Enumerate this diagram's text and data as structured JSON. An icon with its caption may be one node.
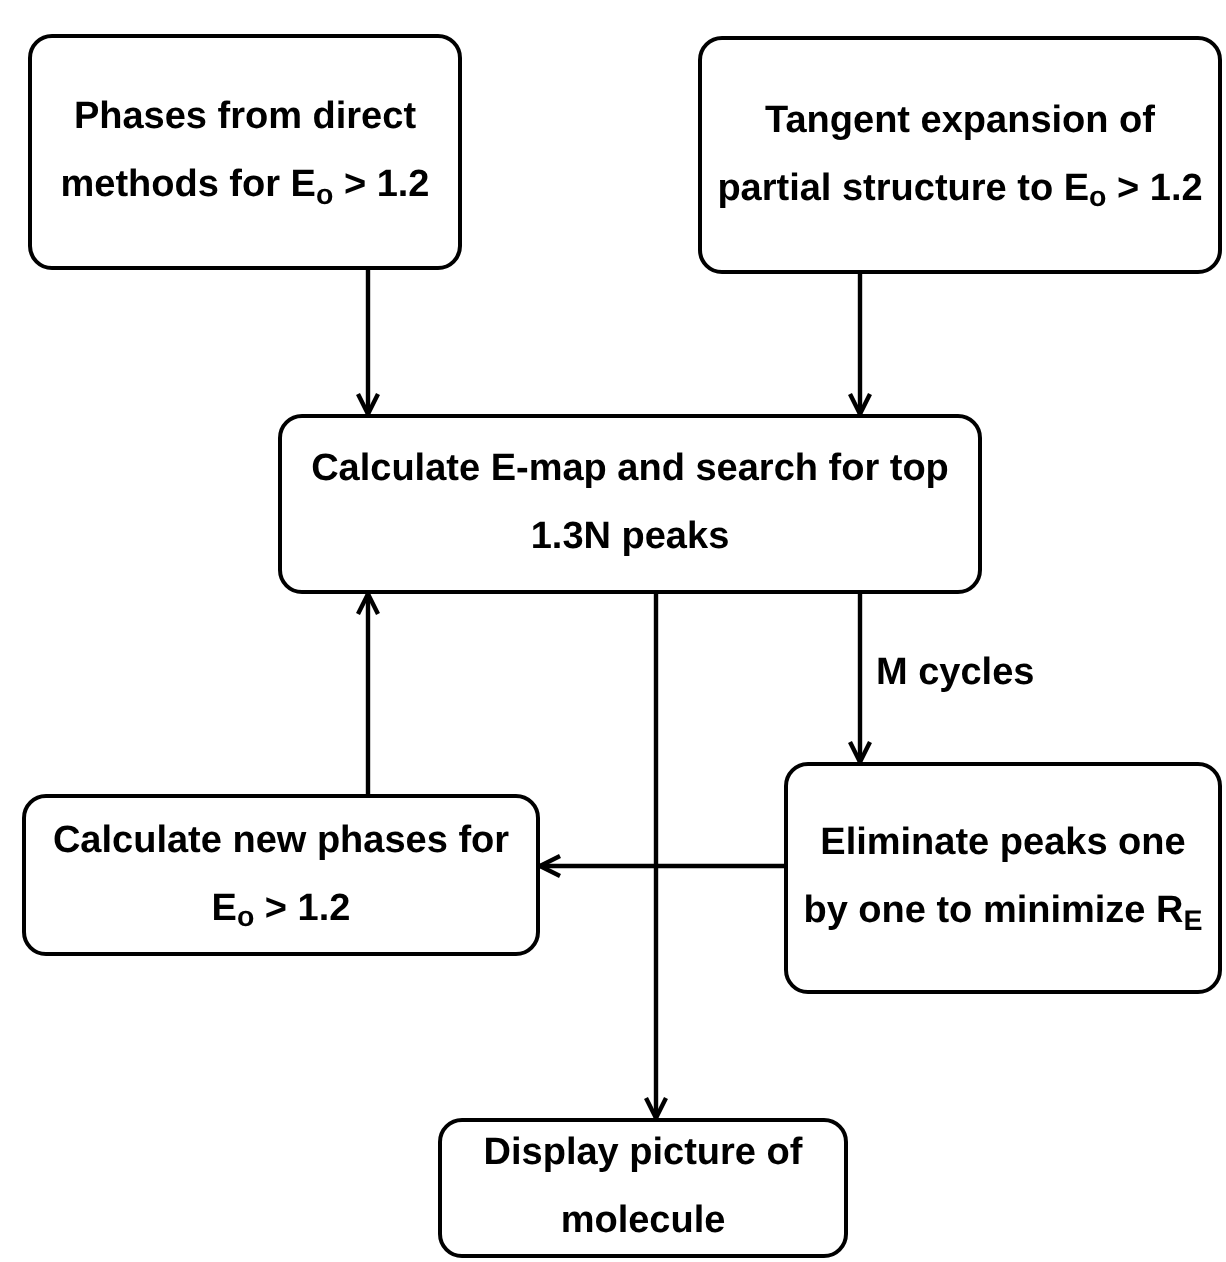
{
  "diagram": {
    "nodes": [
      {
        "text": [
          "Phases from direct methods for E$_{o}$ > 1.2"
        ]
      },
      {
        "text": [
          "Tangent expansion of partial structure to E$_{o}$ > 1.2"
        ]
      },
      {
        "text": [
          "Calculate E-map and search for top 1.3N peaks"
        ]
      },
      {
        "text": [
          "Calculate new phases for E$_{o}$ > 1.2"
        ]
      },
      {
        "text": [
          "Eliminate peaks one by one to minimize R$_{E}$"
        ]
      },
      {
        "text": [
          "Display picture of molecule"
        ]
      }
    ],
    "edges": [
      {
        "from": 0,
        "to": 2,
        "arrow": "to"
      },
      {
        "from": 1,
        "to": 2,
        "arrow": "to"
      },
      {
        "from": 2,
        "to": 4,
        "arrow": "to",
        "label": "M cycles"
      },
      {
        "from": 4,
        "to": 3,
        "arrow": "to"
      },
      {
        "from": 3,
        "to": 2,
        "arrow": "to"
      },
      {
        "from": 2,
        "to": 5,
        "arrow": "to"
      }
    ]
  }
}
